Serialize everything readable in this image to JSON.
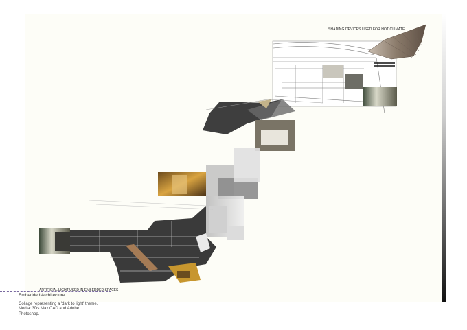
{
  "labels": {
    "hot_climate": "SHADING DEVICES USED FOR HOT CLIMATE",
    "artificial_light": "ARTIFICIAL LIGHT USED IN EMBEDDED SPACES"
  },
  "title": "Embedded Architecture",
  "caption_lines": [
    "Collage representing a 'dark to light' theme.",
    "Media: 3Ds Max CAD and Adobe",
    "Photoshop."
  ],
  "colors": {
    "panel_background": "#fdfdf7",
    "dark_mass": "#3a3a3a",
    "gradient_dark": "#111111",
    "gradient_light": "#ffffff",
    "warm_photo": "#b8872e",
    "wood_canopy": "#8a7a6a"
  }
}
